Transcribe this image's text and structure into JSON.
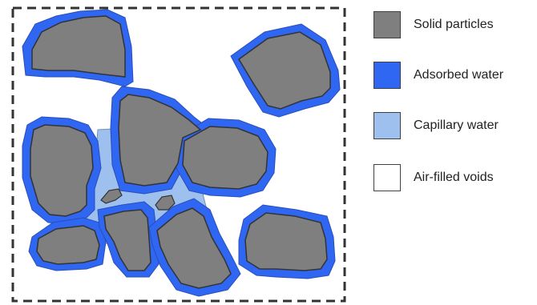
{
  "legend": [
    {
      "label": "Solid particles",
      "color": "#7f7f7f",
      "name": "solid-particles"
    },
    {
      "label": "Adsorbed water",
      "color": "#2f66f2",
      "name": "adsorbed-water"
    },
    {
      "label": "Capillary water",
      "color": "#9dc0ee",
      "name": "capillary-water"
    },
    {
      "label": "Air-filled voids",
      "color": "#ffffff",
      "name": "air-filled-voids"
    }
  ],
  "colors": {
    "solid": "#7f7f7f",
    "adsorbed": "#2f66f2",
    "capillary": "#9dc0ee",
    "outline": "#333333",
    "boundary": "#333333"
  }
}
